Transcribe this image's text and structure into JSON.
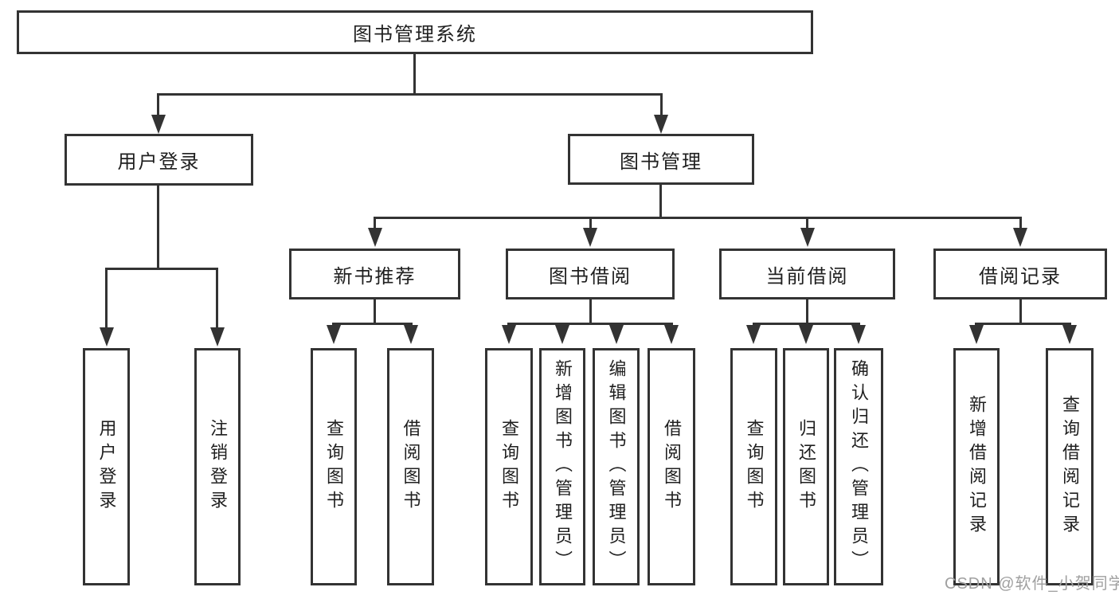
{
  "diagram": {
    "title": "图书管理系统",
    "root": {
      "label": "图书管理系统"
    },
    "level2": [
      {
        "label": "用户登录"
      },
      {
        "label": "图书管理"
      }
    ],
    "level3": [
      {
        "label": "新书推荐"
      },
      {
        "label": "图书借阅"
      },
      {
        "label": "当前借阅"
      },
      {
        "label": "借阅记录"
      }
    ],
    "leaves": {
      "user_login": [
        {
          "label": "用户登录"
        },
        {
          "label": "注销登录"
        }
      ],
      "new_book": [
        {
          "label": "查询图书"
        },
        {
          "label": "借阅图书"
        }
      ],
      "book_borrow": [
        {
          "label": "查询图书"
        },
        {
          "label": "新增图书（管理员）"
        },
        {
          "label": "编辑图书（管理员）"
        },
        {
          "label": "借阅图书"
        }
      ],
      "current_borrow": [
        {
          "label": "查询图书"
        },
        {
          "label": "归还图书"
        },
        {
          "label": "确认归还（管理员）"
        }
      ],
      "borrow_record": [
        {
          "label": "新增借阅记录"
        },
        {
          "label": "查询借阅记录"
        }
      ]
    },
    "colors": {
      "line": "#333333",
      "text": "#1f1f1f",
      "background": "#ffffff",
      "watermark": "#a0a0a0"
    }
  },
  "watermark": {
    "text": "CSDN @软件_小贺同学"
  }
}
